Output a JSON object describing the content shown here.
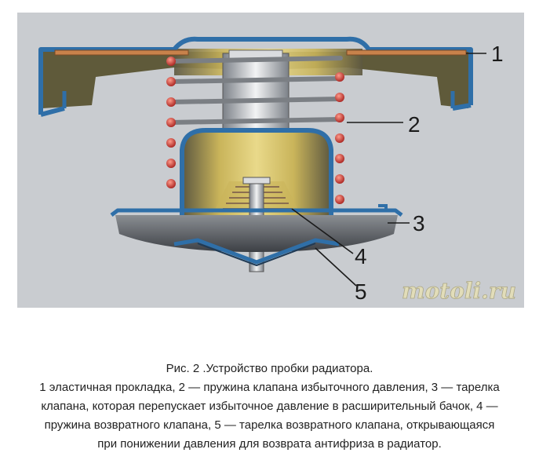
{
  "figure": {
    "callouts": [
      "1",
      "2",
      "3",
      "4",
      "5"
    ],
    "watermark": "motoli.ru",
    "colors": {
      "background": "#c9ccd0",
      "housing_blue": "#2f6fa8",
      "gasket_orange": "#c8824b",
      "fill_yellow": "#c9b45a",
      "spring_red": "#c23a3a",
      "steel_gray": "#8f949a"
    }
  },
  "caption": {
    "lines": [
      "Рис. 2 .Устройство пробки радиатора.",
      "1 эластичная прокладка, 2 — пружина клапана избыточного давления, 3 — тарелка",
      "клапана, которая перепускает избыточное давление в расширительный бачок, 4 —",
      "пружина возвратного клапана, 5 — тарелка возвратного клапана, открывающаяся",
      "при понижении давления для возврата антифриза в радиатор."
    ]
  }
}
